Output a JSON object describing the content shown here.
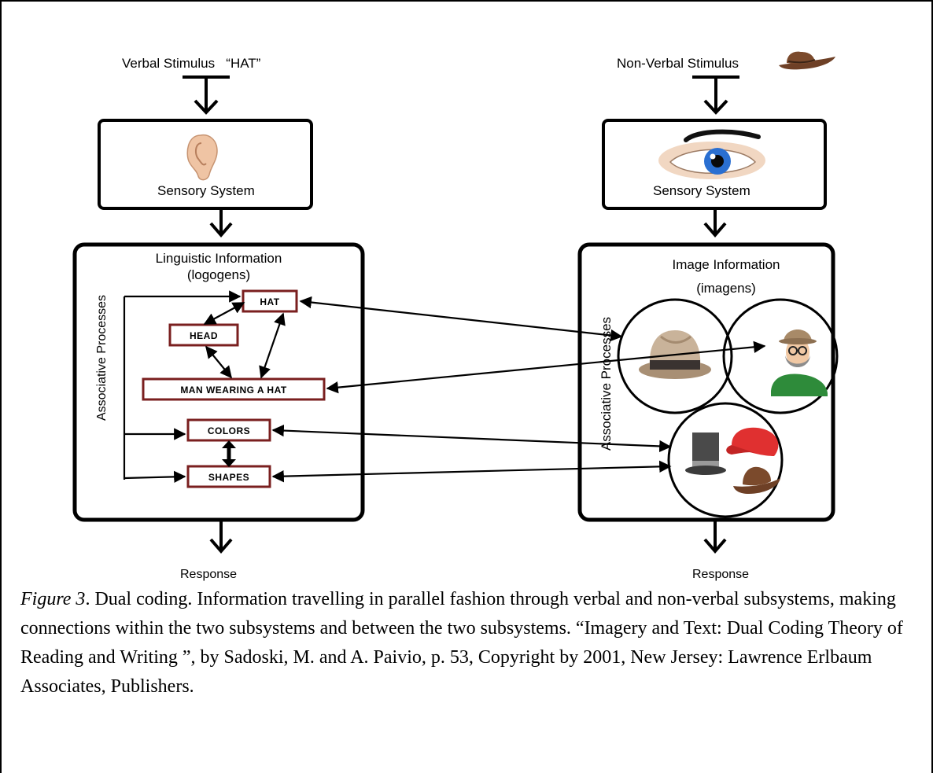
{
  "verbal": {
    "stimulus_label": "Verbal Stimulus   “HAT”",
    "sensory_label": "Sensory System",
    "system_title": "Linguistic Information",
    "system_subtitle": "(logogens)",
    "side_label": "Associative Processes",
    "nodes": {
      "hat": "HAT",
      "head": "HEAD",
      "man": "MAN WEARING A HAT",
      "colors": "COLORS",
      "shapes": "SHAPES"
    },
    "response_label": "Response"
  },
  "nonverbal": {
    "stimulus_label": "Non-Verbal Stimulus",
    "sensory_label": "Sensory System",
    "system_title": "Image Information",
    "system_subtitle": "(imagens)",
    "side_label": "Associative Processes",
    "response_label": "Response"
  },
  "icons": [
    "hat-icon",
    "ear-icon",
    "eye-icon",
    "fedora-icon",
    "bearded-man-icon",
    "top-hat-icon",
    "red-cap-icon",
    "cowboy-hat-icon"
  ],
  "colors": {
    "node_border": "#7a1f1f",
    "arrow": "#000000",
    "man_shirt": "#2e8b3a",
    "cap": "#e03030",
    "hat_brown": "#7b4a2c",
    "eye_iris": "#2a6fd1"
  },
  "caption": {
    "figure_label": "Figure 3",
    "text": ". Dual coding. Information travelling in parallel fashion through verbal and non-verbal subsystems, making connections within the two subsystems and between the two subsystems. “Imagery and Text: Dual Coding Theory of Reading and Writing ”, by Sadoski, M. and A. Paivio, p. 53, Copyright by 2001, New Jersey: Lawrence Erlbaum Associates, Publishers."
  }
}
